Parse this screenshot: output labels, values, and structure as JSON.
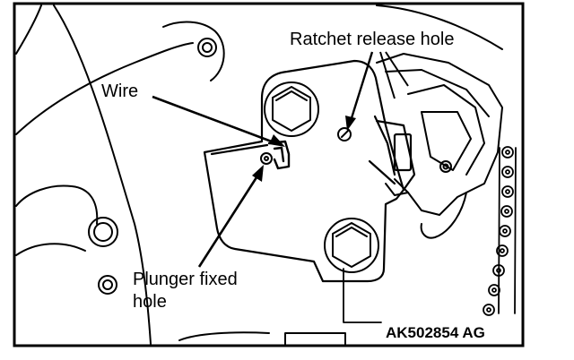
{
  "labels": {
    "wire": "Wire",
    "ratchet_release_hole": "Ratchet release hole",
    "plunger_fixed_line1": "Plunger fixed",
    "plunger_fixed_line2": "hole",
    "figure_code": "AK502854 AG"
  },
  "colors": {
    "ink": "#000000",
    "paper": "#ffffff"
  }
}
